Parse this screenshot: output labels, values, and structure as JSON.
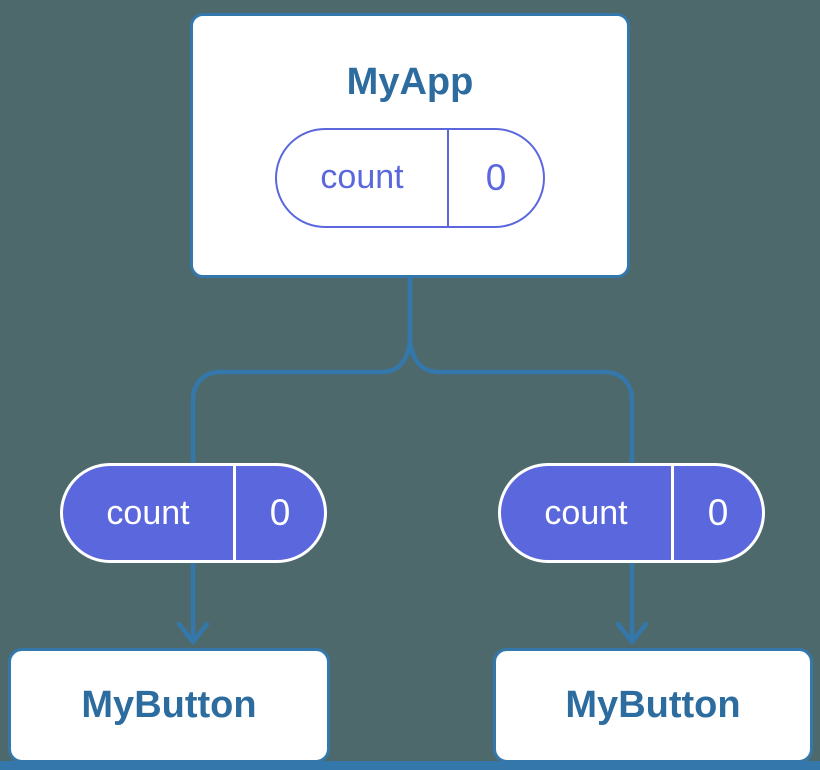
{
  "colors": {
    "background": "#4e696c",
    "stroke": "#3478ab",
    "title": "#2d6c9f",
    "purple": "#5b67dd",
    "pill_text_on_purple": "#ffffff"
  },
  "root": {
    "title": "MyApp",
    "state": {
      "label": "count",
      "value": "0"
    }
  },
  "children": [
    {
      "title": "MyButton",
      "prop": {
        "label": "count",
        "value": "0"
      }
    },
    {
      "title": "MyButton",
      "prop": {
        "label": "count",
        "value": "0"
      }
    }
  ]
}
